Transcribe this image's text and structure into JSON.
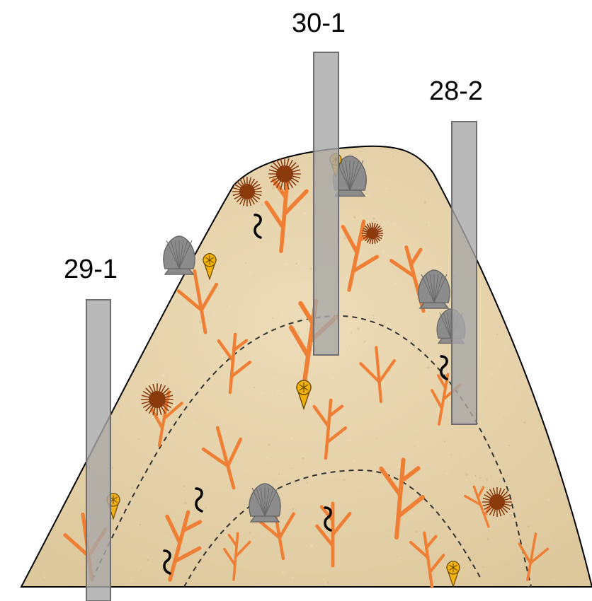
{
  "cores": [
    {
      "id": "29-1",
      "label": "29-1"
    },
    {
      "id": "30-1",
      "label": "30-1"
    },
    {
      "id": "28-2",
      "label": "28-2"
    }
  ],
  "colors": {
    "mound": "#e3cfa4",
    "mound_outline": "#000000",
    "core_fill": "#a8a8a8",
    "core_stroke": "#6e6e6e",
    "coral": "#ef7f35",
    "urchin": "#8b3a0c",
    "shell": "#8c8c8c",
    "gastropod": "#f2b10f",
    "worm": "#000000",
    "boundary": "#333333"
  },
  "legend_icons": [
    "branching-coral-icon",
    "sea-urchin-icon",
    "scallop-shell-icon",
    "cone-gastropod-icon",
    "worm-burrow-icon"
  ]
}
